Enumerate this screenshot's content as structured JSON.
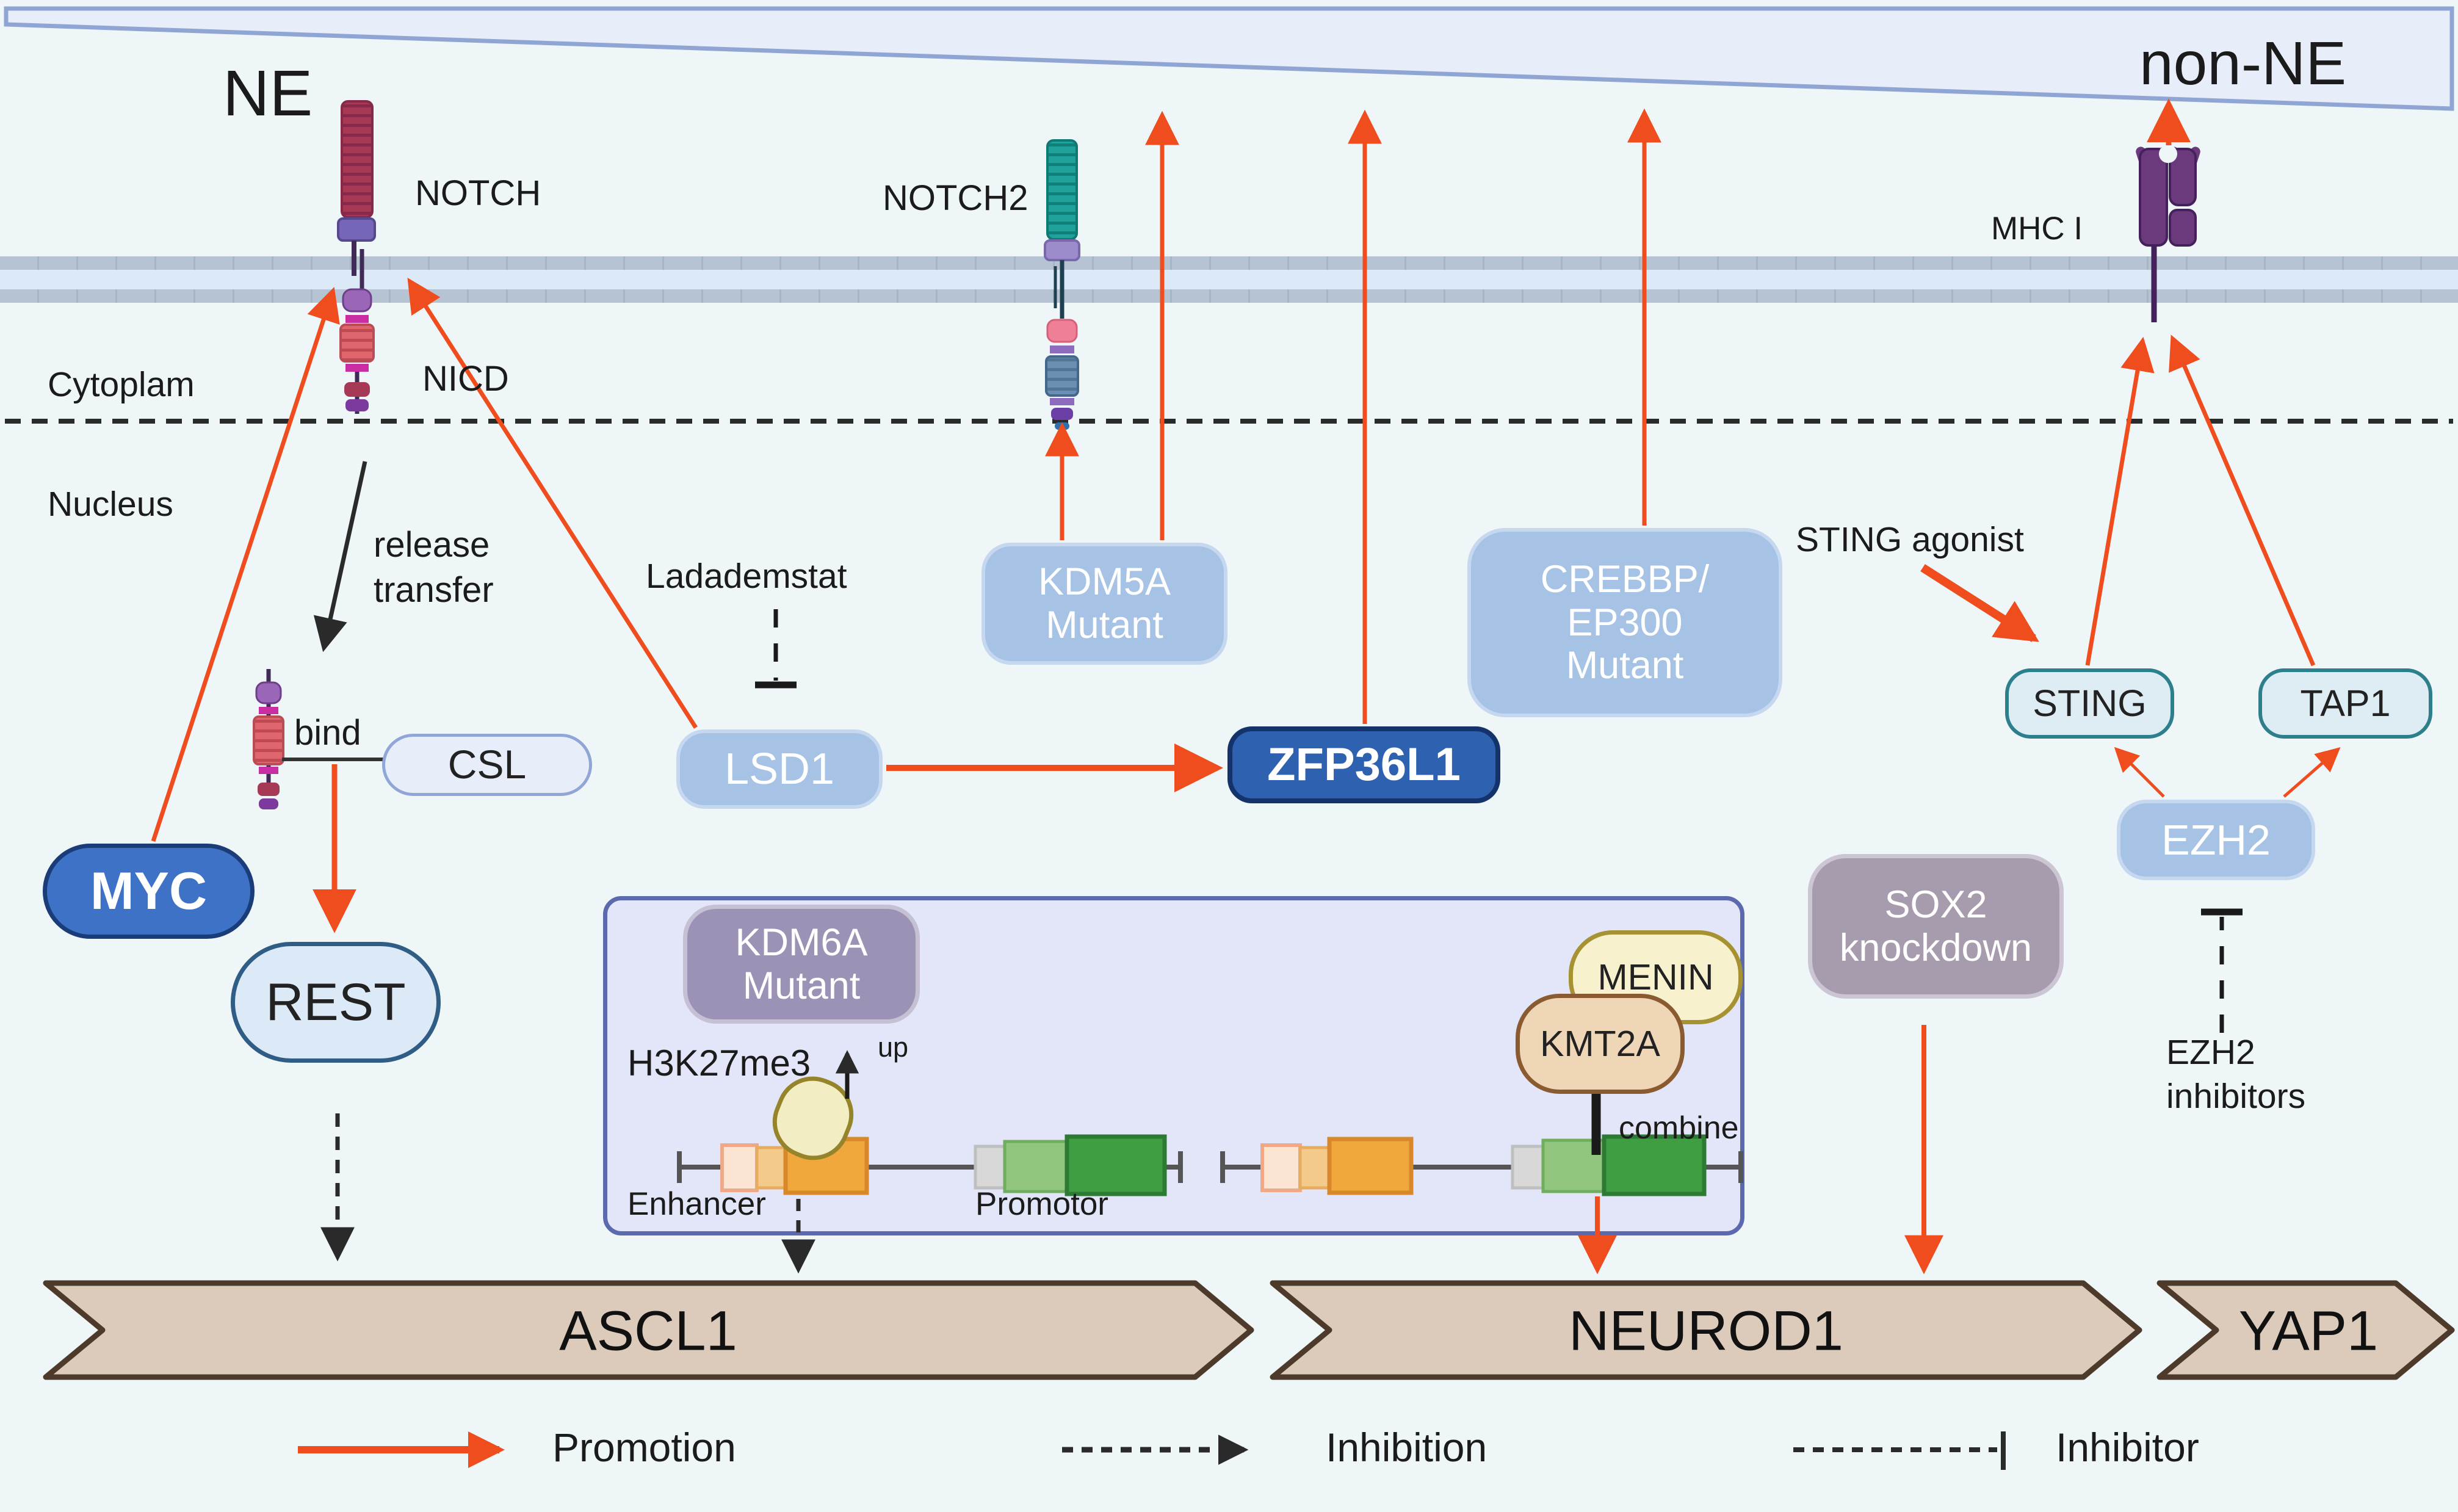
{
  "regions": {
    "ne": "NE",
    "non_ne": "non-NE",
    "cytoplasm": "Cytoplam",
    "nucleus": "Nucleus"
  },
  "receptors": {
    "notch": "NOTCH",
    "nicd": "NICD",
    "notch2": "NOTCH2",
    "mhc1": "MHC I"
  },
  "nodes": {
    "myc": "MYC",
    "rest": "REST",
    "csl": "CSL",
    "lsd1": "LSD1",
    "zfp36l1": "ZFP36L1",
    "kdm5a": {
      "line1": "KDM5A",
      "line2": "Mutant"
    },
    "crebbp": {
      "line1": "CREBBP/",
      "line2": "EP300",
      "line3": "Mutant"
    },
    "sting": "STING",
    "tap1": "TAP1",
    "ezh2": "EZH2",
    "sox2": {
      "line1": "SOX2",
      "line2": "knockdown"
    },
    "kdm6a": {
      "line1": "KDM6A",
      "line2": "Mutant"
    },
    "menin": "MENIN",
    "kmt2a": "KMT2A"
  },
  "annotations": {
    "release": "release",
    "transfer": "transfer",
    "bind": "bind",
    "ladademstat": "Ladademstat",
    "sting_agonist": "STING agonist",
    "h3k27me3": "H3K27me3",
    "up": "up",
    "combine": "combine",
    "enhancer": "Enhancer",
    "promotor": "Promotor",
    "ezh2_inhibitors_line1": "EZH2",
    "ezh2_inhibitors_line2": "inhibitors"
  },
  "genes": {
    "ascl1": "ASCL1",
    "neurod1": "NEUROD1",
    "yap1": "YAP1"
  },
  "legend": {
    "promotion": "Promotion",
    "inhibition": "Inhibition",
    "inhibitor": "Inhibitor"
  },
  "colors": {
    "promotion_arrow": "#F04D1F",
    "inhibition_arrow": "#2A2A2A",
    "background": "#EFF6F8",
    "gradient_wedge": "#E8EEF9",
    "membrane": "#B6C3D2",
    "light_blue_node": "#A6C3E6",
    "dark_blue_node": "#2E62B0",
    "myc_blue": "#3E72C6",
    "teal_node_border": "#2E7F8C",
    "purple_node": "#9C92B6",
    "gene_arrow": "#DCCABB",
    "panel": "#E2E6F8"
  }
}
